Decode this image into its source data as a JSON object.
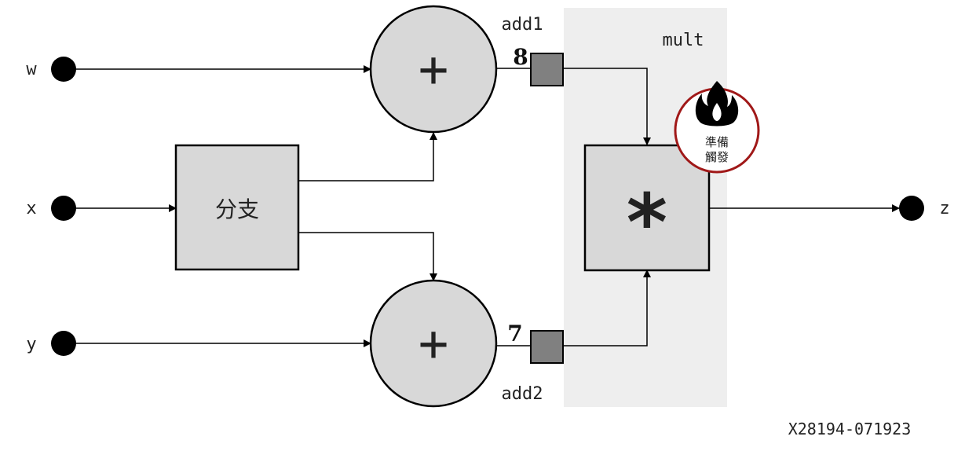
{
  "inputs": {
    "w": "w",
    "x": "x",
    "y": "y"
  },
  "output": {
    "z": "z"
  },
  "branch": {
    "label": "分支"
  },
  "add1": {
    "name": "add1",
    "symbol": "+",
    "latency": "8"
  },
  "add2": {
    "name": "add2",
    "symbol": "+",
    "latency": "7"
  },
  "mult": {
    "name": "mult",
    "symbol": "*"
  },
  "status_badge": {
    "line1": "準備",
    "line2": "觸發",
    "icon": "flame-icon",
    "ring_color": "#a01818"
  },
  "figure_id": "X28194-071923",
  "colors": {
    "node_fill": "#d8d8d8",
    "register_fill": "#808080",
    "region_fill": "#eeeeee"
  }
}
